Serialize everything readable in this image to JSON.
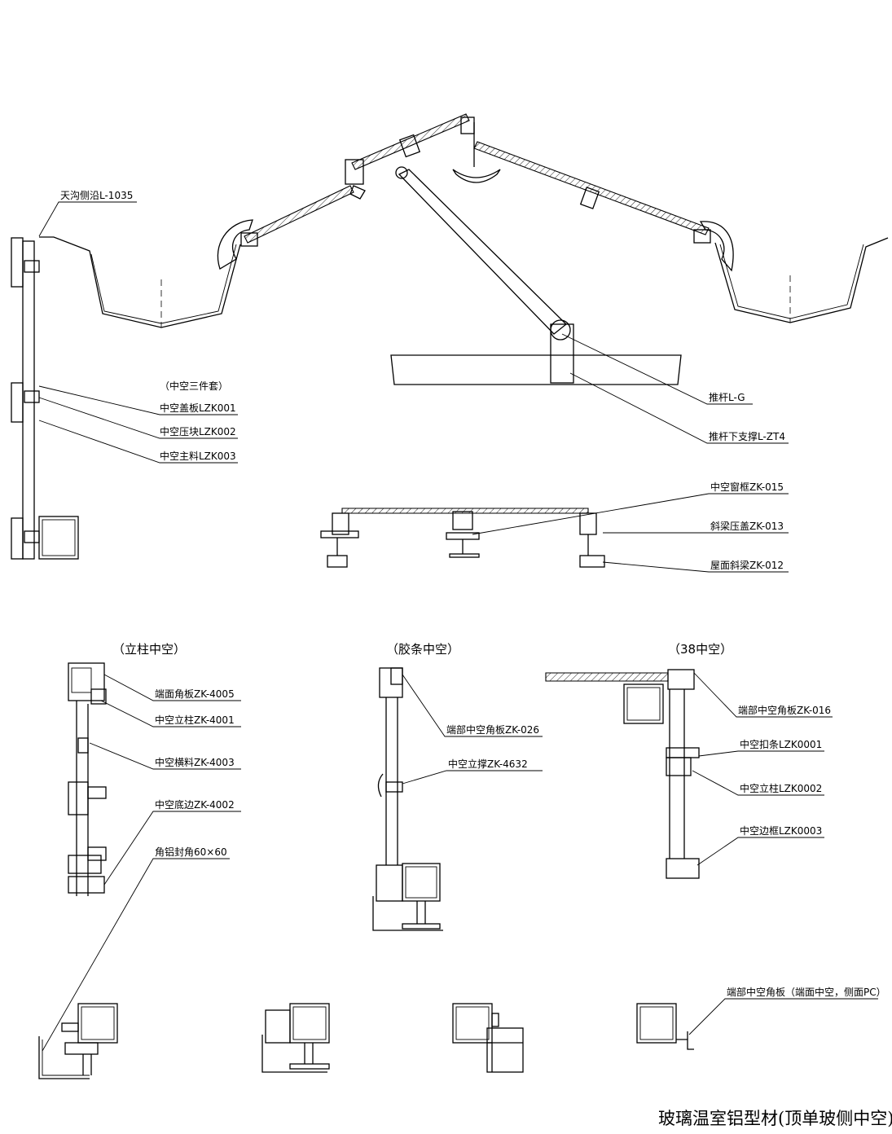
{
  "roof_labels": {
    "gutter_side_plate": "天沟侧沿L-1035",
    "hollow_three_piece": "（中空三件套）",
    "hollow_cover_plate": "中空盖板LZK001",
    "hollow_pressure_block": "中空压块LZK002",
    "hollow_main_profile": "中空主料LZK003",
    "push_rod": "推杆L-G",
    "push_rod_lower_support": "推杆下支撑L-ZT4",
    "hollow_window_frame": "中空窗框ZK-015",
    "slope_beam_cover": "斜梁压盖ZK-013",
    "roof_slope_beam": "屋面斜梁ZK-012"
  },
  "sections": {
    "column_hollow": {
      "title": "（立柱中空）",
      "labels": [
        "端面角板ZK-4005",
        "中空立柱ZK-4001",
        "中空横料ZK-4003",
        "中空底边ZK-4002",
        "角铝封角60×60"
      ]
    },
    "rubber_strip_hollow": {
      "title": "（胶条中空）",
      "labels": [
        "端部中空角板ZK-026",
        "中空立撑ZK-4632"
      ]
    },
    "hollow_38": {
      "title": "（38中空）",
      "labels": [
        "端部中空角板ZK-016",
        "中空扣条LZK0001",
        "中空立柱LZK0002",
        "中空边框LZK0003"
      ]
    }
  },
  "bottom_note": "端部中空角板（端面中空，侧面PC）",
  "drawing_title": "玻璃温室铝型材(顶单玻侧中空)"
}
